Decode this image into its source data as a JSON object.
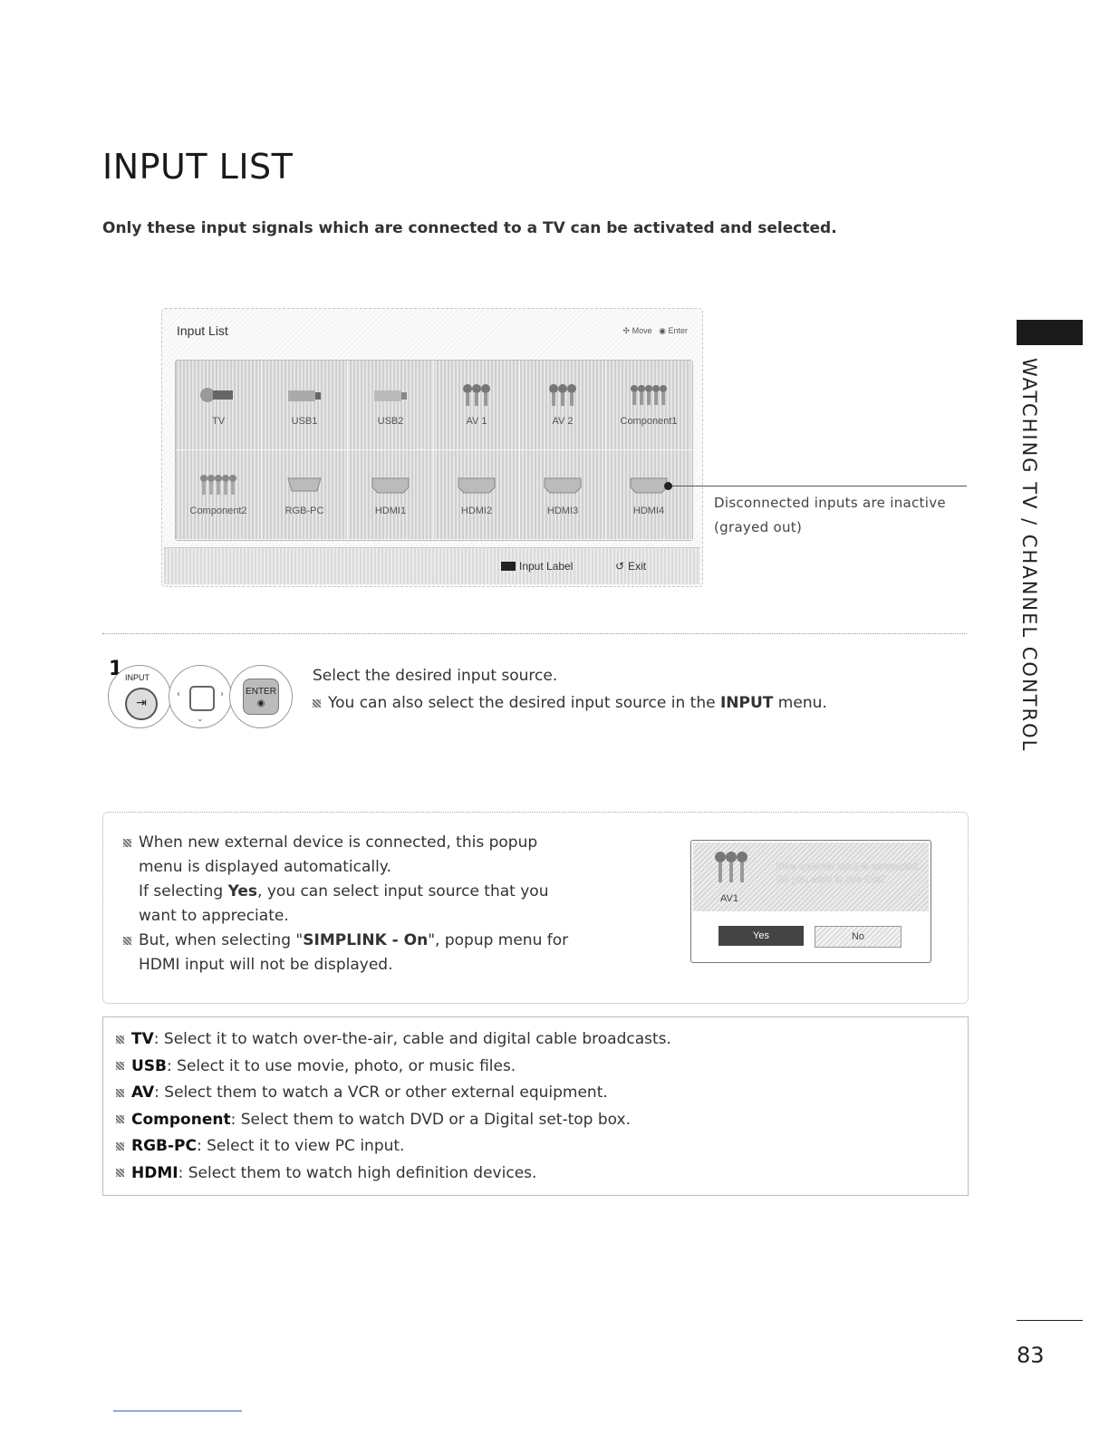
{
  "title": "INPUT LIST",
  "intro": "Only these input signals which are connected to a TV can be activated and selected.",
  "side_tab": "WATCHING TV / CHANNEL CONTROL",
  "screen": {
    "title": "Input List",
    "hint_move": "Move",
    "hint_enter": "Enter",
    "inputs_row1": [
      "TV",
      "USB1",
      "USB2",
      "AV 1",
      "AV 2",
      "Component1"
    ],
    "inputs_row2": [
      "Component2",
      "RGB-PC",
      "HDMI1",
      "HDMI2",
      "HDMI3",
      "HDMI4"
    ],
    "footer_input_label": "Input Label",
    "footer_exit": "Exit"
  },
  "callout": {
    "line1": "Disconnected inputs are inactive",
    "line2": "(grayed out)"
  },
  "step": {
    "number": "1",
    "btn_input_label": "INPUT",
    "btn_enter_label": "ENTER",
    "text": "Select the desired input source.",
    "note_prefix": "You can also select the desired input source in the ",
    "note_bold": "INPUT",
    "note_suffix": " menu."
  },
  "popup_notes": {
    "n1_line1": "When new external device is connected, this popup",
    "n1_line2": "menu is displayed automatically.",
    "n1_line3_prefix": "If selecting ",
    "n1_line3_bold": "Yes",
    "n1_line3_suffix": ", you can select input source that you",
    "n1_line4": "want to appreciate.",
    "n2_prefix": "But, when selecting \"",
    "n2_bold": "SIMPLINK - On",
    "n2_suffix": "\", popup menu for",
    "n2_line2": "HDMI input will not be displayed."
  },
  "popup_shot": {
    "message_line1": "New external input is connected.",
    "message_line2": "Do you want to use this?",
    "source": "AV1",
    "yes": "Yes",
    "no": "No"
  },
  "definitions": [
    {
      "term": "TV",
      "desc": ": Select it to watch over-the-air, cable and digital cable broadcasts."
    },
    {
      "term": "USB",
      "desc": ": Select it to use movie, photo, or music files."
    },
    {
      "term": "AV",
      "desc": ": Select them to watch a VCR or other external equipment."
    },
    {
      "term": "Component",
      "desc": ": Select them to watch DVD or a Digital set-top box."
    },
    {
      "term": "RGB-PC",
      "desc": ": Select it to view PC input."
    },
    {
      "term": "HDMI",
      "desc": ": Select them to watch high definition devices."
    }
  ],
  "page_number": "83"
}
